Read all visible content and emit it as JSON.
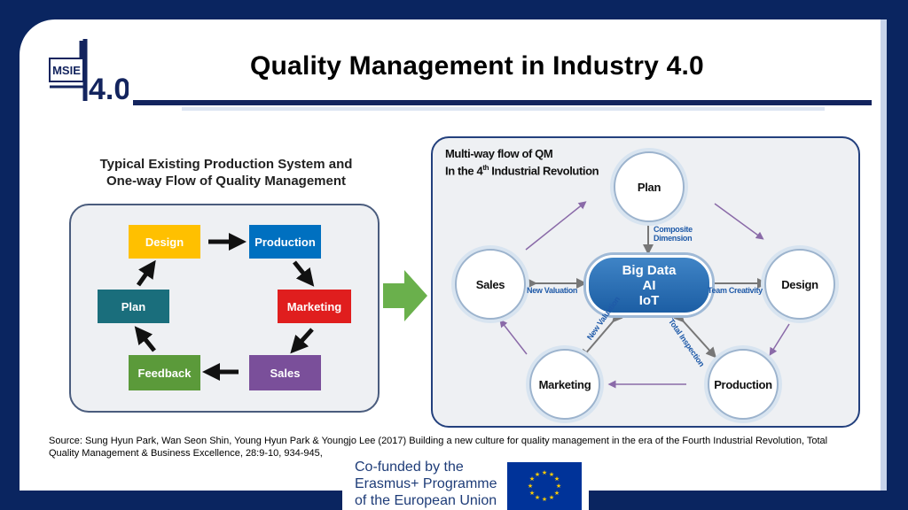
{
  "header": {
    "title": "Quality Management in Industry 4.0",
    "logo_text": "MSIE",
    "logo_number": "4.0"
  },
  "left_diagram": {
    "heading_line1": "Typical Existing Production System and",
    "heading_line2": "One-way Flow of Quality Management",
    "boxes": {
      "design": "Design",
      "production": "Production",
      "marketing": "Marketing",
      "sales": "Sales",
      "feedback": "Feedback",
      "plan": "Plan"
    },
    "colors": {
      "design": "#ffc000",
      "production": "#0070c0",
      "marketing": "#e01e1e",
      "sales": "#7a4f9a",
      "feedback": "#5b9a3a",
      "plan": "#1a6e7c"
    }
  },
  "right_diagram": {
    "title_line1": "Multi-way flow of QM",
    "title_line2_prefix": "In the 4",
    "title_line2_sup": "th",
    "title_line2_suffix": " Industrial Revolution",
    "nodes": {
      "plan": "Plan",
      "design": "Design",
      "production": "Production",
      "marketing": "Marketing",
      "sales": "Sales"
    },
    "center": {
      "line1": "Big Data",
      "line2": "AI",
      "line3": "IoT"
    },
    "labels": {
      "composite_line1": "Composite",
      "composite_line2": "Dimension",
      "new_valuation_left": "New Valuation",
      "team_creativity": "Team Creativity",
      "new_valuation_diag": "New Valuation",
      "total_inspection": "Total Inspection"
    }
  },
  "source_text": "Source: Sung Hyun Park, Wan Seon Shin, Young Hyun Park & Youngjo Lee (2017) Building a new culture for quality management in the era of the Fourth Industrial Revolution, Total Quality Management & Business Excellence, 28:9-10, 934-945,",
  "eu": {
    "line1": "Co-funded by the",
    "line2": "Erasmus+ Programme",
    "line3": "of the European Union"
  }
}
